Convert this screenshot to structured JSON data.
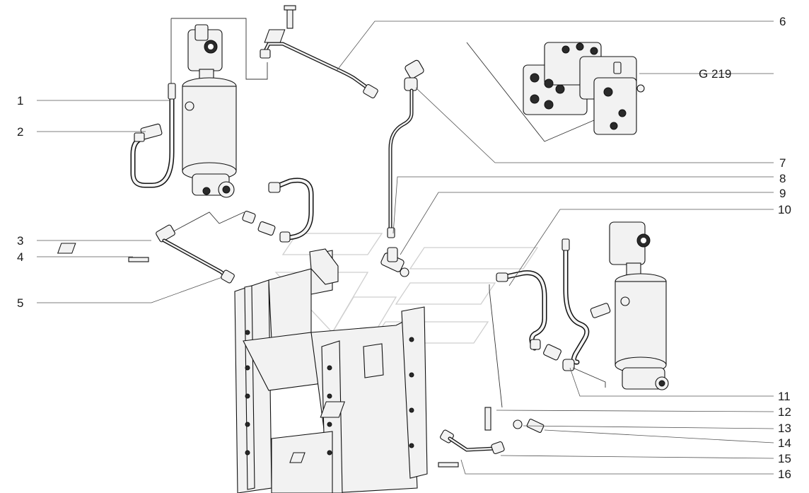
{
  "callouts": [
    {
      "id": "c1",
      "label": "1"
    },
    {
      "id": "c2",
      "label": "2"
    },
    {
      "id": "c3",
      "label": "3"
    },
    {
      "id": "c4",
      "label": "4"
    },
    {
      "id": "c5",
      "label": "5"
    },
    {
      "id": "c6",
      "label": "6"
    },
    {
      "id": "g219",
      "label": "G 219"
    },
    {
      "id": "c7",
      "label": "7"
    },
    {
      "id": "c8",
      "label": "8"
    },
    {
      "id": "c9",
      "label": "9"
    },
    {
      "id": "c10",
      "label": "10"
    },
    {
      "id": "c11",
      "label": "11"
    },
    {
      "id": "c12",
      "label": "12"
    },
    {
      "id": "c13",
      "label": "13"
    },
    {
      "id": "c14",
      "label": "14"
    },
    {
      "id": "c15",
      "label": "15"
    },
    {
      "id": "c16",
      "label": "16"
    }
  ]
}
